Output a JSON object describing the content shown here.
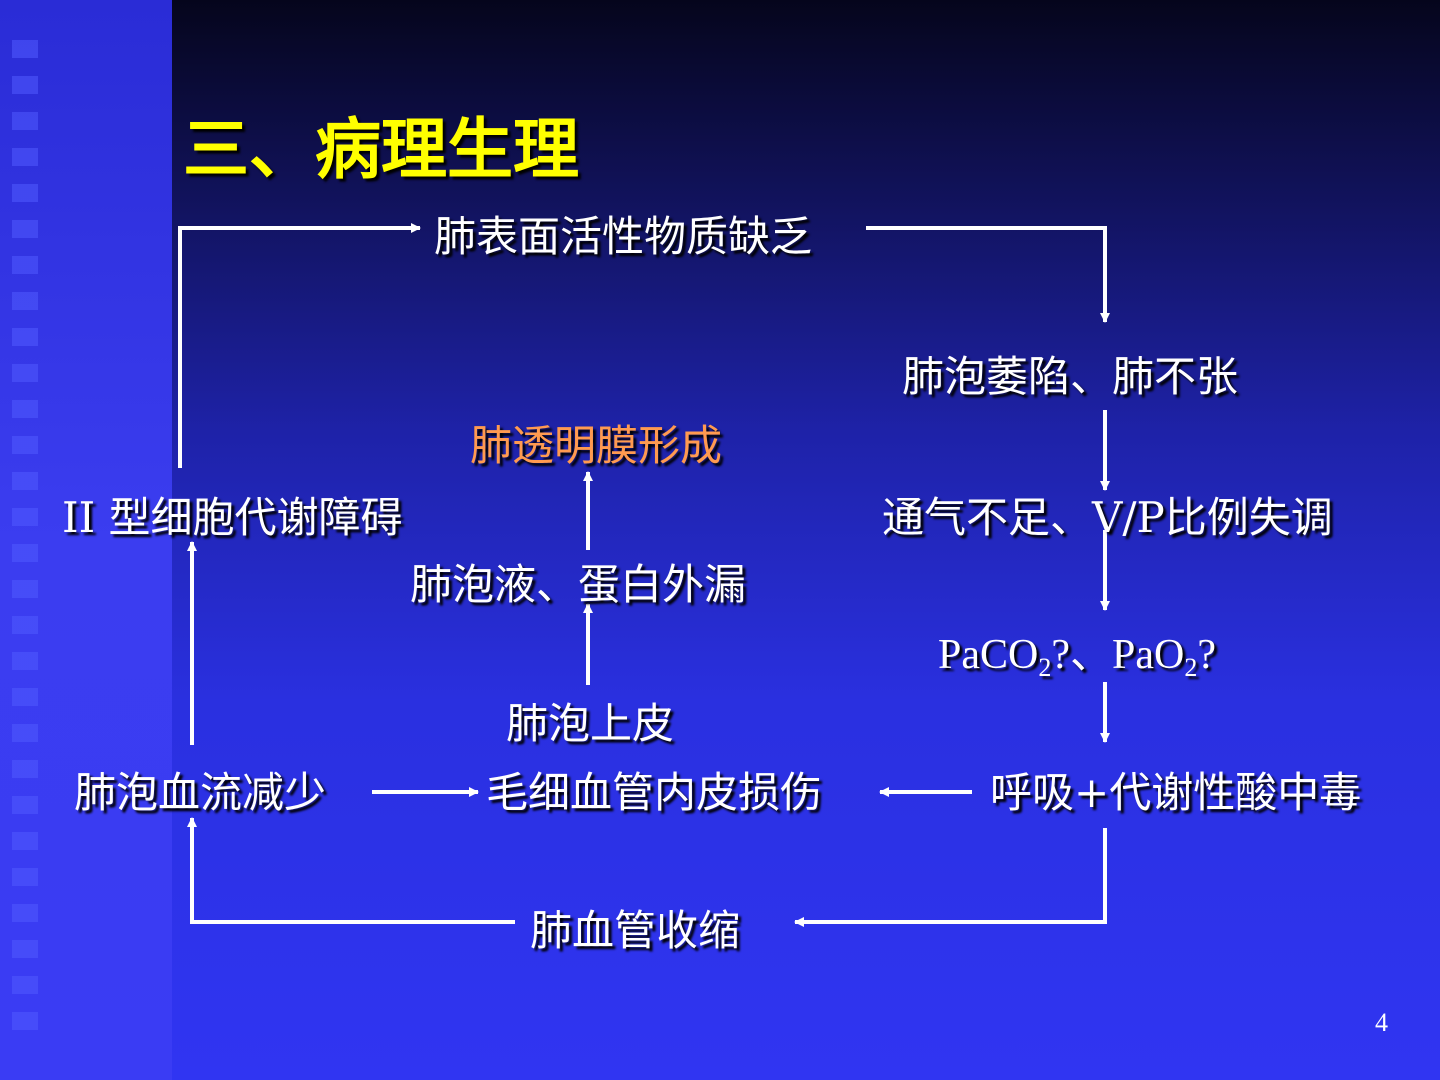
{
  "title": "三、病理生理",
  "nodes": {
    "surfactant_deficiency": "肺表面活性物质缺乏",
    "alveolar_collapse": "肺泡萎陷、肺不张",
    "hyaline_membrane": "肺透明膜形成",
    "type2_cell_disorder": "II 型细胞代谢障碍",
    "hypoventilation": "通气不足、V/P比例失调",
    "alveolar_exudate": "肺泡液、蛋白外漏",
    "blood_gas": {
      "paco2": "PaCO",
      "paco2_sub": "2",
      "paco2_mark": "?",
      "separator": "、",
      "pao2": "PaO",
      "pao2_sub": "2",
      "pao2_mark": "?"
    },
    "alveolar_epithelium": "肺泡上皮",
    "reduced_blood_flow": "肺泡血流减少",
    "endothelial_injury": "毛细血管内皮损伤",
    "acidosis": "呼吸+代谢性酸中毒",
    "vasoconstriction": "肺血管收缩"
  },
  "colors": {
    "title": "#ffff00",
    "text": "#ffffff",
    "highlight": "#ff9a50"
  },
  "page_number": "4"
}
